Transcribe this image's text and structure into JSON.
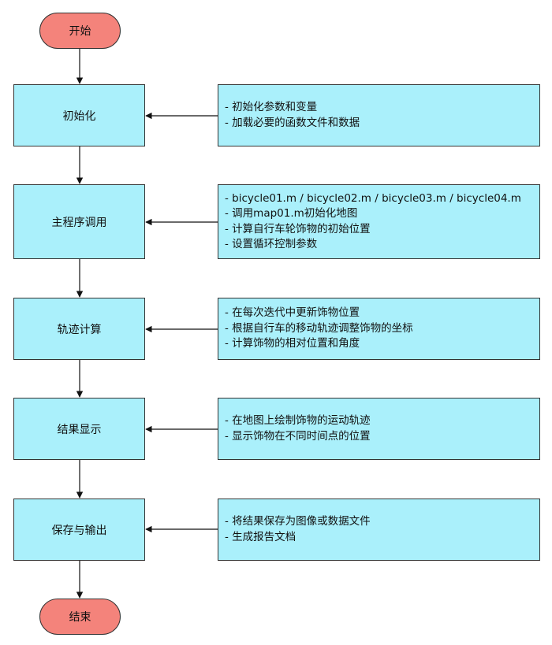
{
  "flow": {
    "start": "开始",
    "end": "结束",
    "steps": [
      {
        "label": "初始化",
        "notes": [
          "- 初始化参数和变量",
          "- 加载必要的函数文件和数据"
        ]
      },
      {
        "label": "主程序调用",
        "notes": [
          "- bicycle01.m / bicycle02.m / bicycle03.m / bicycle04.m",
          "- 调用map01.m初始化地图",
          "- 计算自行车轮饰物的初始位置",
          "- 设置循环控制参数"
        ]
      },
      {
        "label": "轨迹计算",
        "notes": [
          "- 在每次迭代中更新饰物位置",
          "- 根据自行车的移动轨迹调整饰物的坐标",
          "- 计算饰物的相对位置和角度"
        ]
      },
      {
        "label": "结果显示",
        "notes": [
          "- 在地图上绘制饰物的运动轨迹",
          "- 显示饰物在不同时间点的位置"
        ]
      },
      {
        "label": "保存与输出",
        "notes": [
          "- 将结果保存为图像或数据文件",
          "- 生成报告文档"
        ]
      }
    ]
  },
  "colors": {
    "terminal_fill": "#f4837b",
    "box_fill": "#aaf0fb",
    "stroke": "#333333"
  }
}
